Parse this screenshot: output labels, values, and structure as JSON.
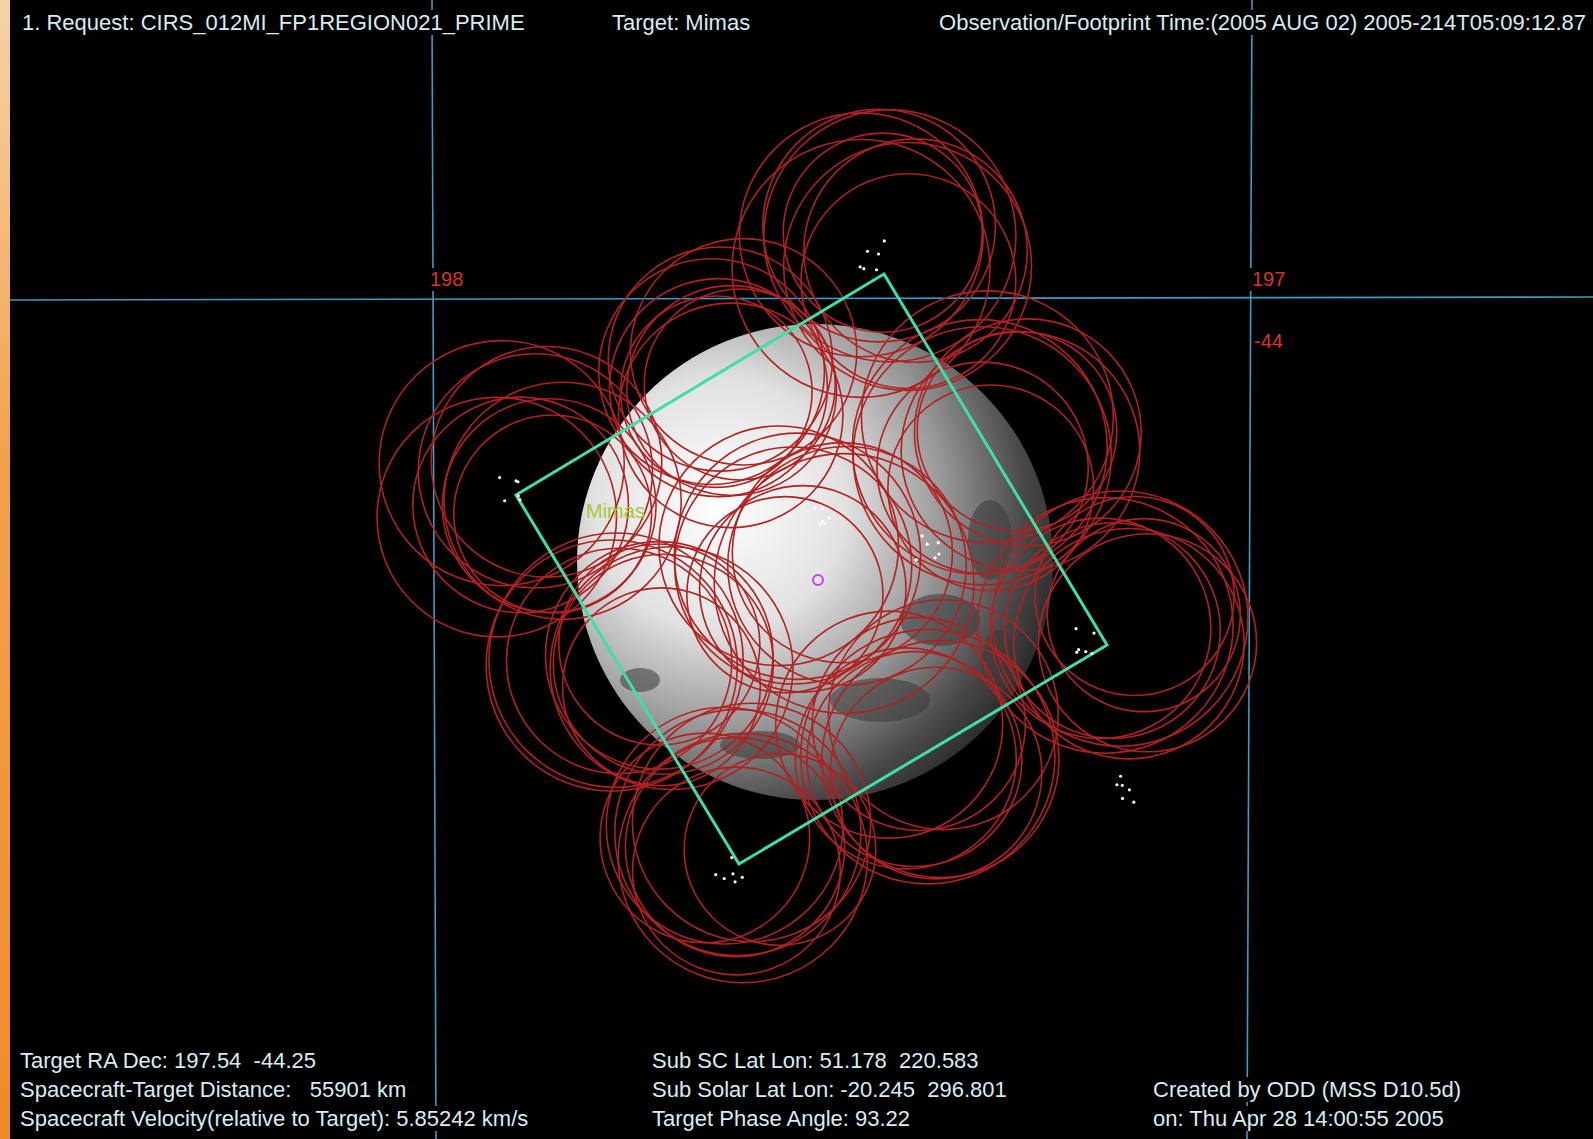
{
  "diagram": {
    "labels": [
      "1. Request: CIRS_012MI_FP1REGION021_PRIME",
      "Target: Mimas",
      "Observation/Footprint Time:(2005 AUG 02) 2005-214T05:09:12.87",
      "198",
      "197",
      "-44",
      "Mimas",
      "Target RA Dec: 197.54  -44.25",
      "Sub SC Lat Lon: 51.178  220.583",
      "Created by ODD (MSS D10.5d)",
      "Spacecraft-Target Distance:   55901 km",
      "Sub Solar Lat Lon: -20.245  296.801",
      "Spacecraft Velocity(relative to Target): 5.85242 km/s",
      "Target Phase Angle: 93.22",
      "on: Thu Apr 28 14:00:55 2005"
    ]
  }
}
